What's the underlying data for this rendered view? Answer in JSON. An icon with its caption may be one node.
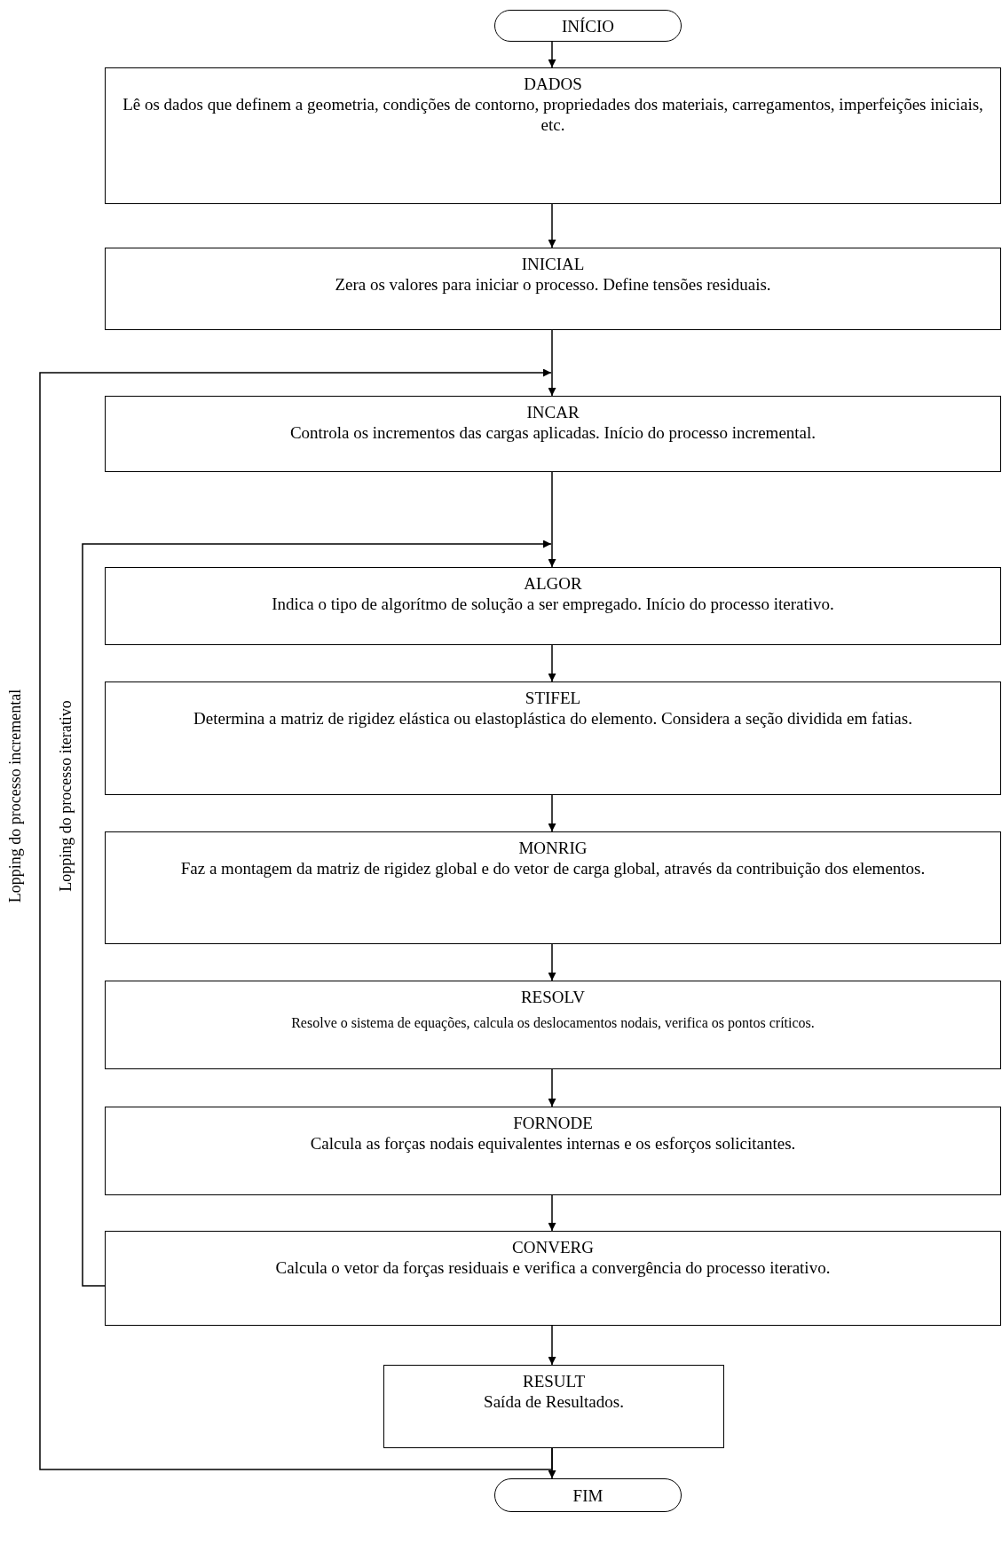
{
  "diagram": {
    "nodes": [
      {
        "text": [
          "INÍCIO"
        ]
      },
      {
        "text": [
          "DADOS",
          "Lê os dados que definem a geometria, condições de contorno, propriedades dos materiais, carregamentos, imperfeições iniciais, etc."
        ]
      },
      {
        "text": [
          "INICIAL",
          "Zera os valores para iniciar o processo. Define tensões residuais."
        ]
      },
      {
        "text": [
          "INCAR",
          "Controla os incrementos das cargas aplicadas. Início do processo incremental."
        ]
      },
      {
        "text": [
          "ALGOR",
          "Indica o tipo de algorítmo de solução a ser empregado. Início do processo iterativo."
        ]
      },
      {
        "text": [
          "STIFEL",
          "Determina a matriz de rigidez elástica ou elastoplástica do elemento. Considera a seção dividida em fatias."
        ]
      },
      {
        "text": [
          "MONRIG",
          "Faz a montagem da matriz de rigidez global e do vetor de carga global, através da contribuição dos elementos."
        ]
      },
      {
        "text": [
          "RESOLV",
          "Resolve o sistema de equações, calcula os deslocamentos nodais, verifica os pontos críticos."
        ]
      },
      {
        "text": [
          "FORNODE",
          "Calcula as forças nodais equivalentes internas e os esforços solicitantes."
        ]
      },
      {
        "text": [
          "CONVERG",
          "Calcula o vetor da forças residuais e verifica a convergência do processo iterativo."
        ]
      },
      {
        "text": [
          "RESULT",
          "Saída de Resultados."
        ]
      },
      {
        "text": [
          "FIM"
        ]
      }
    ],
    "edges": [
      {
        "from": 0,
        "to": 1,
        "arrow": "to"
      },
      {
        "from": 1,
        "to": 2,
        "arrow": "to"
      },
      {
        "from": 2,
        "to": 3,
        "arrow": "to"
      },
      {
        "from": 3,
        "to": 4,
        "arrow": "to"
      },
      {
        "from": 4,
        "to": 5,
        "arrow": "to"
      },
      {
        "from": 5,
        "to": 6,
        "arrow": "to"
      },
      {
        "from": 6,
        "to": 7,
        "arrow": "to"
      },
      {
        "from": 7,
        "to": 8,
        "arrow": "to"
      },
      {
        "from": 8,
        "to": 9,
        "arrow": "to"
      },
      {
        "from": 9,
        "to": 10,
        "arrow": "to"
      },
      {
        "from": 10,
        "to": 11,
        "arrow": "to"
      },
      {
        "from": 9,
        "to": 4,
        "arrow": "to",
        "label": "Lopping do processo iterativo"
      },
      {
        "from": 10,
        "to": 3,
        "arrow": "to",
        "label": "Lopping do processo incremental"
      }
    ]
  }
}
